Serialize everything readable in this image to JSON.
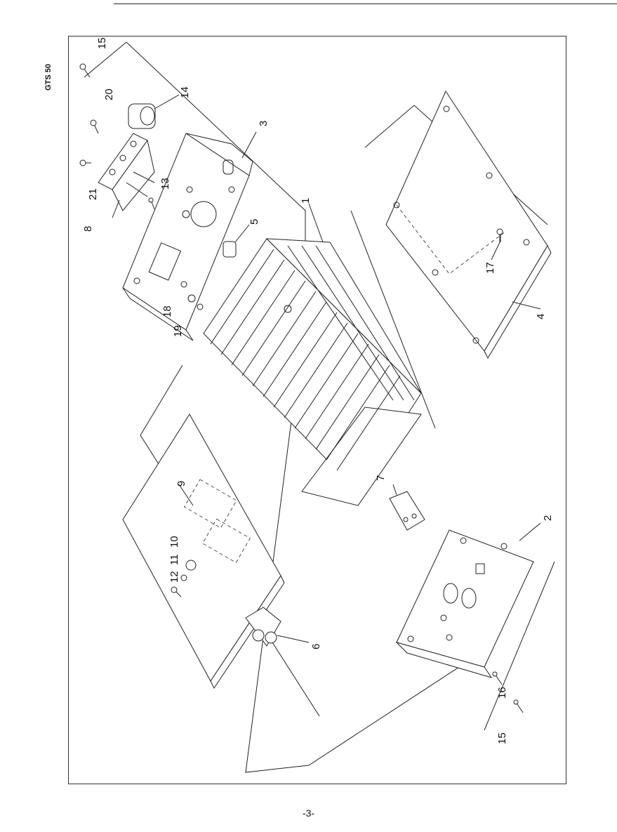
{
  "page": {
    "model": "GTS 50",
    "page_number": "-3-"
  },
  "callouts": {
    "c1": "1",
    "c2": "2",
    "c3": "3",
    "c4": "4",
    "c5": "5",
    "c6": "6",
    "c7": "7",
    "c8": "8",
    "c9": "9",
    "c10": "10",
    "c11": "11",
    "c12": "12",
    "c13": "13",
    "c14": "14",
    "c15a": "15",
    "c15b": "15",
    "c16": "16",
    "c17": "17",
    "c18": "18",
    "c19": "19",
    "c20": "20",
    "c21": "21"
  }
}
